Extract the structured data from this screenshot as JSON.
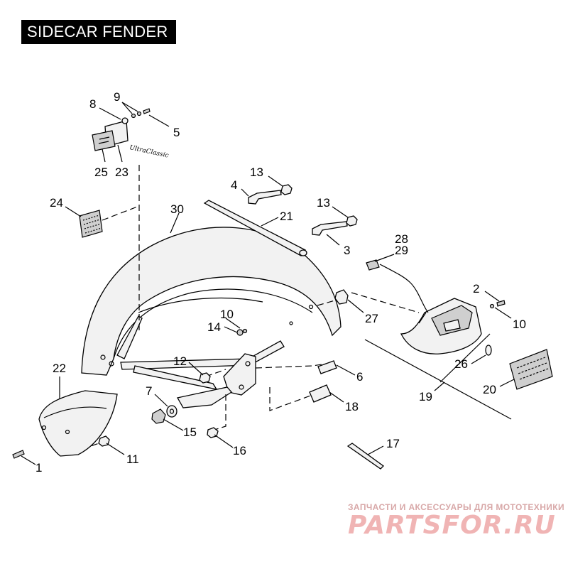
{
  "title": "SIDECAR FENDER",
  "callouts": {
    "c1": "1",
    "c2": "2",
    "c3": "3",
    "c4": "4",
    "c5": "5",
    "c6": "6",
    "c7": "7",
    "c8": "8",
    "c9": "9",
    "c10a": "10",
    "c10b": "10",
    "c11": "11",
    "c12": "12",
    "c13a": "13",
    "c13b": "13",
    "c14": "14",
    "c15": "15",
    "c16": "16",
    "c17": "17",
    "c18": "18",
    "c19": "19",
    "c20": "20",
    "c21": "21",
    "c22": "22",
    "c23": "23",
    "c24": "24",
    "c25": "25",
    "c26": "26",
    "c27": "27",
    "c28": "28",
    "c29": "29",
    "c30": "30"
  },
  "emblem_script": "UltraClassic",
  "watermark": {
    "tagline": "ЗАПЧАСТИ И АКСЕССУАРЫ ДЛЯ МОТОТЕХНИКИ",
    "logo": "PARTSFOR.RU"
  }
}
